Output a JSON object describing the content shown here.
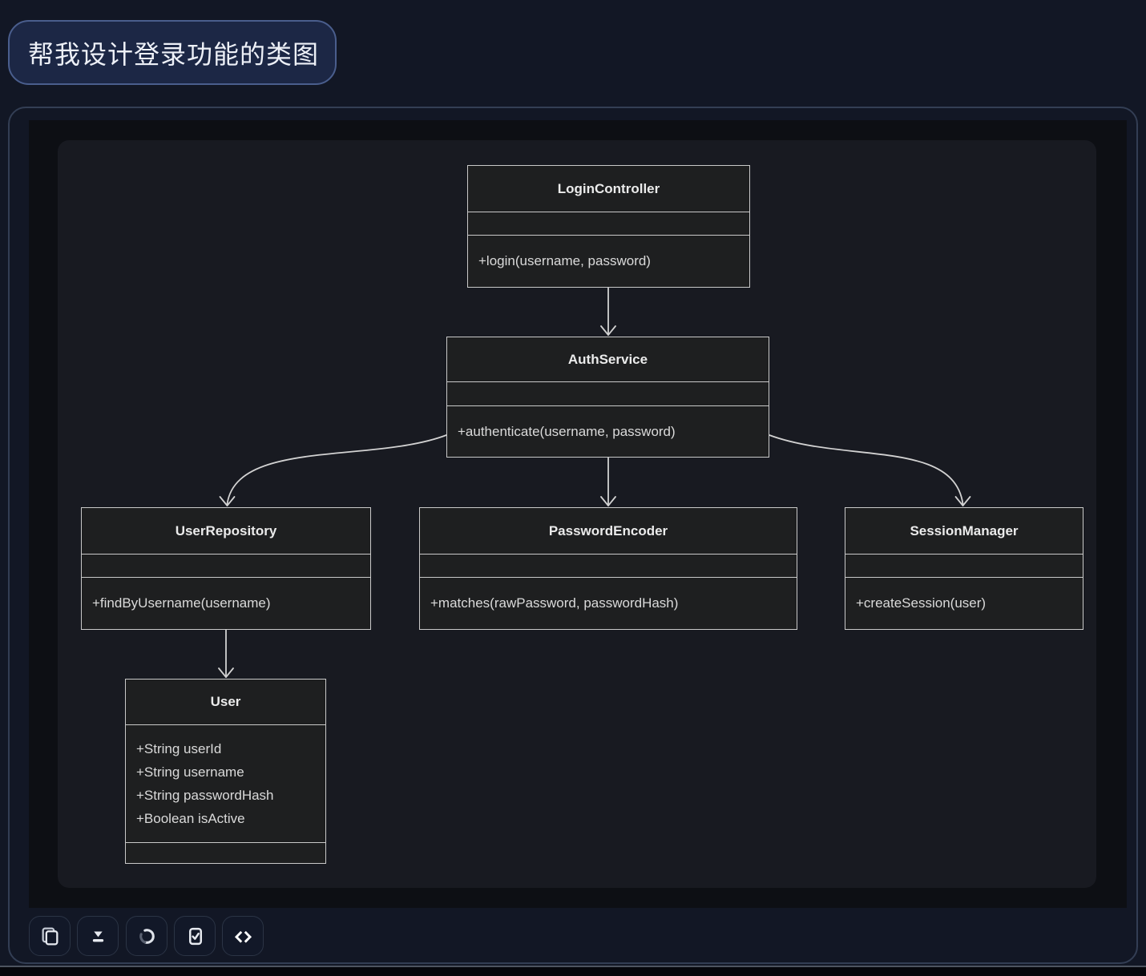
{
  "chat": {
    "user_message": "帮我设计登录功能的类图"
  },
  "diagram": {
    "type": "uml-class-diagram",
    "classes": [
      {
        "name": "LoginController",
        "attributes": [],
        "methods": [
          "+login(username, password)"
        ]
      },
      {
        "name": "AuthService",
        "attributes": [],
        "methods": [
          "+authenticate(username, password)"
        ]
      },
      {
        "name": "UserRepository",
        "attributes": [],
        "methods": [
          "+findByUsername(username)"
        ]
      },
      {
        "name": "PasswordEncoder",
        "attributes": [],
        "methods": [
          "+matches(rawPassword, passwordHash)"
        ]
      },
      {
        "name": "SessionManager",
        "attributes": [],
        "methods": [
          "+createSession(user)"
        ]
      },
      {
        "name": "User",
        "attributes": [
          "+String userId",
          "+String username",
          "+String passwordHash",
          "+Boolean isActive"
        ],
        "methods": []
      }
    ],
    "relations": [
      {
        "from": "LoginController",
        "to": "AuthService",
        "type": "arrow"
      },
      {
        "from": "AuthService",
        "to": "UserRepository",
        "type": "arrow"
      },
      {
        "from": "AuthService",
        "to": "PasswordEncoder",
        "type": "arrow"
      },
      {
        "from": "AuthService",
        "to": "SessionManager",
        "type": "arrow"
      },
      {
        "from": "UserRepository",
        "to": "User",
        "type": "arrow"
      }
    ]
  },
  "toolbar": {
    "buttons": [
      {
        "icon": "copy-icon"
      },
      {
        "icon": "download-icon"
      },
      {
        "icon": "refresh-icon"
      },
      {
        "icon": "checkbox-icon"
      },
      {
        "icon": "code-icon"
      }
    ]
  },
  "colors": {
    "page_bg": "#121725",
    "bubble_bg": "#1c2745",
    "bubble_border": "#4a5e8d",
    "container_border": "#333e54",
    "panel_bg": "#0d0f14",
    "surface_bg": "#181a21",
    "class_fill": "#1e1f20",
    "class_stroke": "#c9c9c9",
    "edge_stroke": "#d2d2d2",
    "icon_color": "#e7eaf0",
    "spinner_dim": "#596070"
  }
}
